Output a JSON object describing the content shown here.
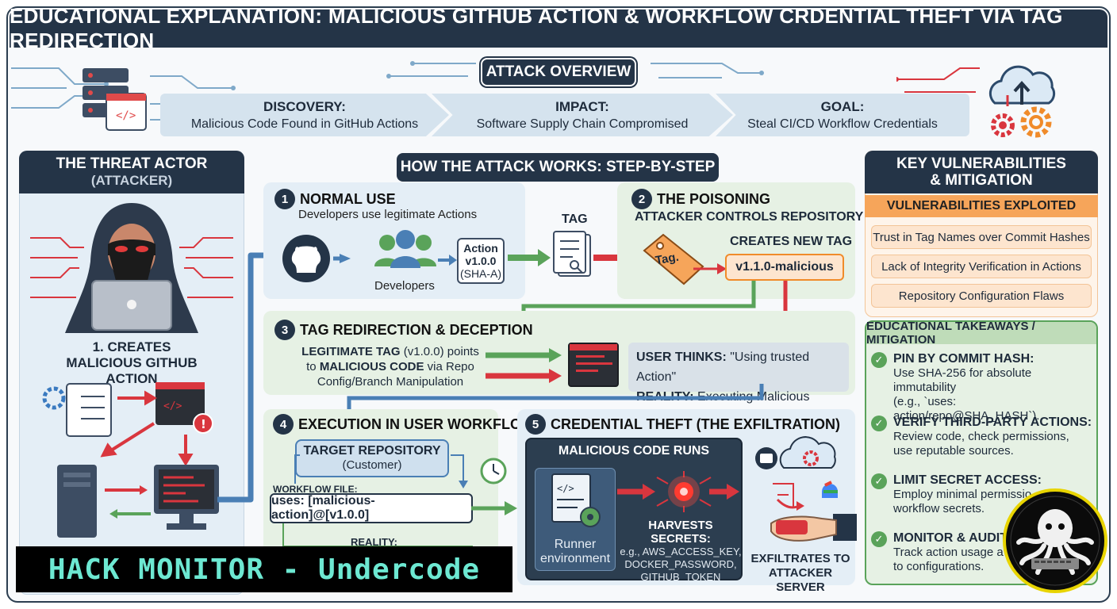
{
  "title": "EDUCATIONAL EXPLANATION: MALICIOUS GITHUB ACTION & WORKFLOW CRDENTIAL THEFT VIA TAG REDIRECTION",
  "overview": {
    "label": "ATTACK OVERVIEW",
    "stages": [
      {
        "title": "DISCOVERY:",
        "text": "Malicious Code Found in GitHub Actions"
      },
      {
        "title": "IMPACT:",
        "text": "Software Supply Chain Compromised"
      },
      {
        "title": "GOAL:",
        "text": "Steal CI/CD Workflow Credentials"
      }
    ]
  },
  "threat_actor": {
    "title": "THE THREAT ACTOR",
    "subtitle": "(ATTACKER)",
    "step": "1. CREATES MALICIOUS GITHUB ACTION"
  },
  "how": {
    "title": "HOW THE ATTACK WORKS: STEP-BY-STEP",
    "step1": {
      "num": "1",
      "title": "NORMAL USE",
      "desc": "Developers use legitimate Actions",
      "developers": "Developers",
      "action_name": "Action",
      "action_version": "v1.0.0",
      "action_sha": "(SHA-A)",
      "tag": "TAG"
    },
    "step2": {
      "num": "2",
      "title": "THE POISONING",
      "subtitle": "ATTACKER CONTROLS REPOSITORY",
      "creates": "CREATES NEW TAG",
      "tag_label": "Tag.",
      "new_tag": "v1.1.0-malicious"
    },
    "step3": {
      "num": "3",
      "title": "TAG REDIRECTION & DECEPTION",
      "line1_bold": "LEGITIMATE TAG",
      "line1_rest": " (v1.0.0) points",
      "line2_pre": "to ",
      "line2_bold": "MALICIOUS CODE",
      "line2_rest": " via Repo",
      "line3": "Config/Branch Manipulation",
      "thinks_label": "USER THINKS:",
      "thinks_text": " \"Using trusted Action\"",
      "reality_label": "REALITY:",
      "reality_text": " Executing Malicious Version"
    },
    "step4": {
      "num": "4",
      "title": "EXECUTION IN USER WORKFLOW",
      "repo_title": "TARGET REPOSITORY",
      "repo_sub": "(Customer)",
      "workflow_label": "WORKFLOW FILE:",
      "uses_line": "uses: [malicious-action]@[v1.0.0]",
      "reality": "REALITY:"
    },
    "step5": {
      "num": "5",
      "title": "CREDENTIAL THEFT (THE EXFILTRATION)",
      "runs": "MALICIOUS CODE RUNS",
      "runner1": "Runner",
      "runner2": "environment",
      "harvest_title": "HARVESTS SECRETS:",
      "secrets": [
        "e.g., AWS_ACCESS_KEY,",
        "DOCKER_PASSWORD,",
        "GITHUB_TOKEN"
      ],
      "exfil1": "EXFILTRATES TO",
      "exfil2": "ATTACKER SERVER"
    }
  },
  "vulns": {
    "title1": "KEY VULNERABILITIES",
    "title2": "& MITIGATION",
    "exploited": "VULNERABILITIES EXPLOITED",
    "items": [
      "Trust in Tag Names over Commit Hashes",
      "Lack of Integrity Verification in Actions",
      "Repository Configuration Flaws"
    ]
  },
  "takeaways": {
    "title": "EDUCATIONAL TAKEAWAYS / MITIGATION",
    "items": [
      {
        "title": "PIN BY COMMIT HASH:",
        "lines": [
          "Use SHA-256 for absolute immutability",
          "(e.g., `uses: action/repo@SHA_HASH`)."
        ]
      },
      {
        "title": "VERIFY THIRD-PARTY ACTIONS:",
        "lines": [
          "Review code, check permissions,",
          "use reputable sources."
        ]
      },
      {
        "title": "LIMIT SECRET ACCESS:",
        "lines": [
          "Employ minimal permissio",
          "workflow secrets."
        ]
      },
      {
        "title": "MONITOR & AUDIT",
        "lines": [
          "Track action usage a",
          "to configurations."
        ]
      }
    ]
  },
  "banner": "HACK MONITOR - Undercode",
  "colors": {
    "navy": "#243447",
    "red": "#d9363e",
    "green": "#5aa35a",
    "blue_light": "#e4eef6",
    "green_light": "#e6f1e4",
    "orange": "#f6a55a",
    "banner_text": "#6de8d2"
  }
}
